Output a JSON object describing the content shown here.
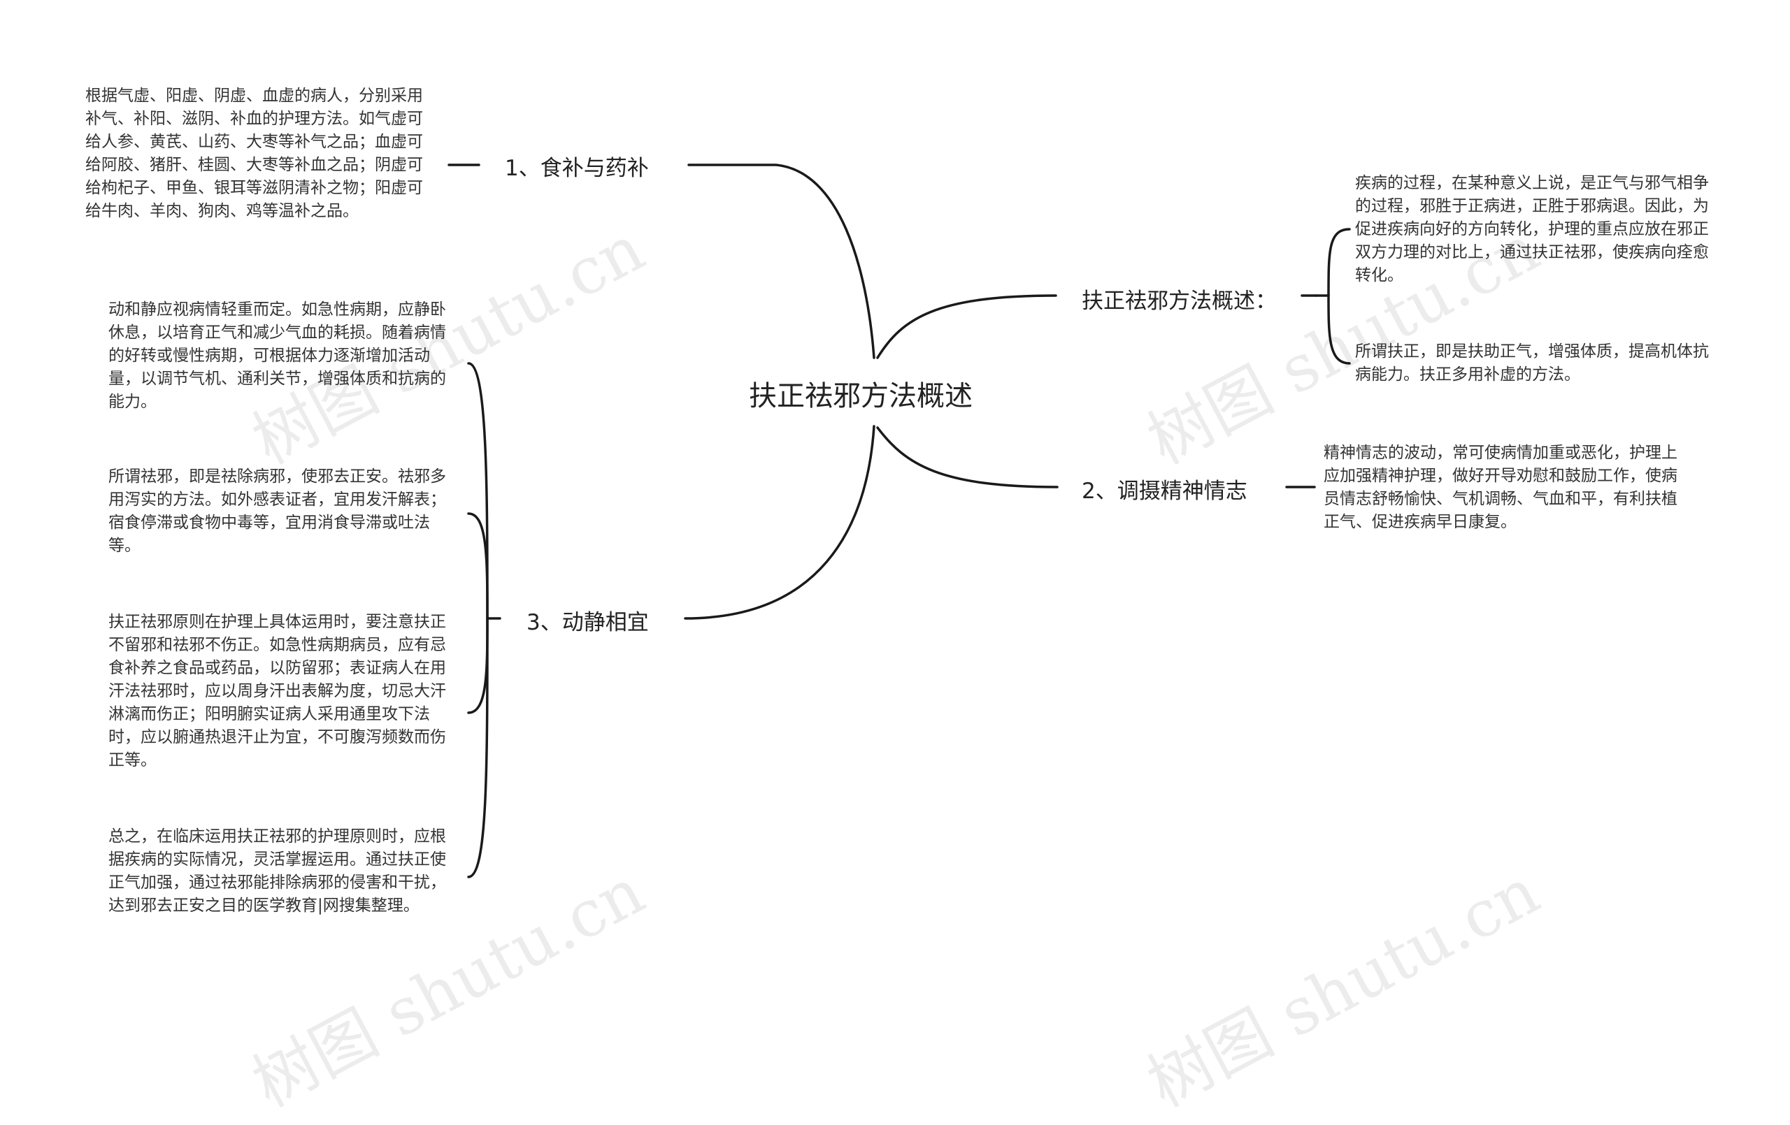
{
  "root": {
    "label": "扶正祛邪方法概述"
  },
  "branches": {
    "b1": {
      "label": "1、食补与药补",
      "notes": [
        "根据气虚、阳虚、阴虚、血虚的病人，分别采用补气、补阳、滋阴、补血的护理方法。如气虚可给人参、黄芪、山药、大枣等补气之品；血虚可给阿胶、猪肝、桂圆、大枣等补血之品；阴虚可给枸杞子、甲鱼、银耳等滋阴清补之物；阳虚可给牛肉、羊肉、狗肉、鸡等温补之品。"
      ]
    },
    "b3": {
      "label": "3、动静相宜",
      "notes": [
        "动和静应视病情轻重而定。如急性病期，应静卧休息，以培育正气和减少气血的耗损。随着病情的好转或慢性病期，可根据体力逐渐增加活动量，以调节气机、通利关节，增强体质和抗病的能力。",
        "所谓祛邪，即是祛除病邪，使邪去正安。祛邪多用泻实的方法。如外感表证者，宜用发汗解表；宿食停滞或食物中毒等，宜用消食导滞或吐法等。",
        "扶正祛邪原则在护理上具体运用时，要注意扶正不留邪和祛邪不伤正。如急性病期病员，应有忌食补养之食品或药品，以防留邪；表证病人在用汗法祛邪时，应以周身汗出表解为度，切忌大汗淋漓而伤正；阳明腑实证病人采用通里攻下法时，应以腑通热退汗止为宜，不可腹泻频数而伤正等。",
        "总之，在临床运用扶正祛邪的护理原则时，应根据疾病的实际情况，灵活掌握运用。通过扶正使正气加强，通过祛邪能排除病邪的侵害和干扰，达到邪去正安之目的医学教育|网搜集整理。"
      ]
    },
    "overview": {
      "label": "扶正祛邪方法概述：",
      "notes": [
        "疾病的过程，在某种意义上说，是正气与邪气相争的过程，邪胜于正病进，正胜于邪病退。因此，为促进疾病向好的方向转化，护理的重点应放在邪正双方力理的对比上，通过扶正祛邪，使疾病向痊愈转化。",
        "所谓扶正，即是扶助正气，增强体质，提高机体抗病能力。扶正多用补虚的方法。"
      ]
    },
    "b2": {
      "label": "2、调摄精神情志",
      "notes": [
        "精神情志的波动，常可使病情加重或恶化，护理上应加强精神护理，做好开导劝慰和鼓励工作，使病员情志舒畅愉快、气机调畅、气血和平，有利扶植正气、促进疾病早日康复。"
      ]
    }
  },
  "watermark": {
    "text": "树图 shutu.cn"
  }
}
